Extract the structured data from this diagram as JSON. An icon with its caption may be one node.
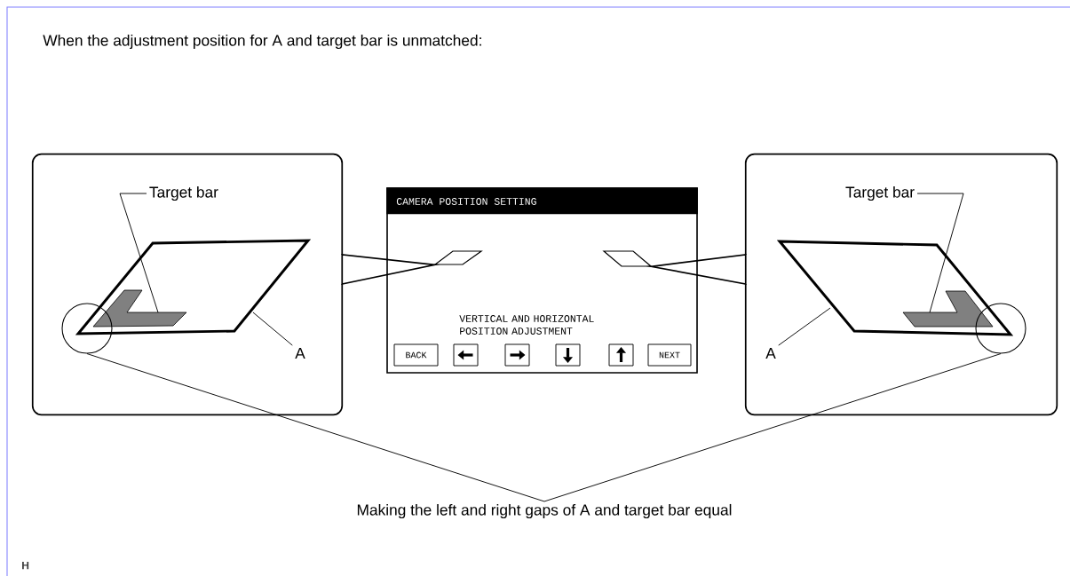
{
  "diagram": {
    "title": "When the adjustment position for A and target bar is unmatched:",
    "nodes": [
      {
        "text": [],
        "shape": "box"
      },
      {
        "text": [
          "Target bar"
        ],
        "in": 0
      },
      {
        "text": [],
        "shape": "parallelogram",
        "in": 0
      },
      {
        "text": [],
        "shape": "bar",
        "in": 2
      },
      {
        "text": [
          "A"
        ],
        "in": 0
      },
      {
        "text": [],
        "shape": "circle",
        "in": 0
      },
      {
        "text": [
          "CAMERA POSITION SETTING",
          "VERTICAL AND HORIZONTAL POSITION ADJUSTMENT"
        ]
      },
      {
        "text": [],
        "shape": "parallelogram",
        "in": 6
      },
      {
        "text": [],
        "shape": "parallelogram",
        "in": 6
      },
      {
        "text": [
          "BACK"
        ],
        "in": 6
      },
      {
        "text": [],
        "shape": "box",
        "in": 6
      },
      {
        "text": [],
        "shape": "box",
        "in": 6
      },
      {
        "text": [],
        "shape": "box",
        "in": 6
      },
      {
        "text": [],
        "shape": "box",
        "in": 6
      },
      {
        "text": [
          "NEXT"
        ],
        "in": 6
      },
      {
        "text": [],
        "shape": "box"
      },
      {
        "text": [
          "Target bar"
        ],
        "in": 15
      },
      {
        "text": [],
        "shape": "parallelogram",
        "in": 15
      },
      {
        "text": [],
        "shape": "bar",
        "in": 17
      },
      {
        "text": [
          "A"
        ],
        "in": 15
      },
      {
        "text": [],
        "shape": "circle",
        "in": 15
      },
      {
        "text": [
          "Making the left and right gaps of A and target bar equal"
        ]
      }
    ],
    "edges": [
      {
        "from": 1,
        "to": 3,
        "arrow": "none"
      },
      {
        "from": 4,
        "to": 2,
        "arrow": "none"
      },
      {
        "from": 7,
        "to": 0,
        "arrow": "none"
      },
      {
        "from": 8,
        "to": 15,
        "arrow": "none"
      },
      {
        "from": 16,
        "to": 18,
        "arrow": "none"
      },
      {
        "from": 19,
        "to": 17,
        "arrow": "none"
      },
      {
        "from": 5,
        "to": 21,
        "arrow": "none"
      },
      {
        "from": 20,
        "to": 21,
        "arrow": "none"
      }
    ],
    "labels": [
      "H"
    ]
  }
}
